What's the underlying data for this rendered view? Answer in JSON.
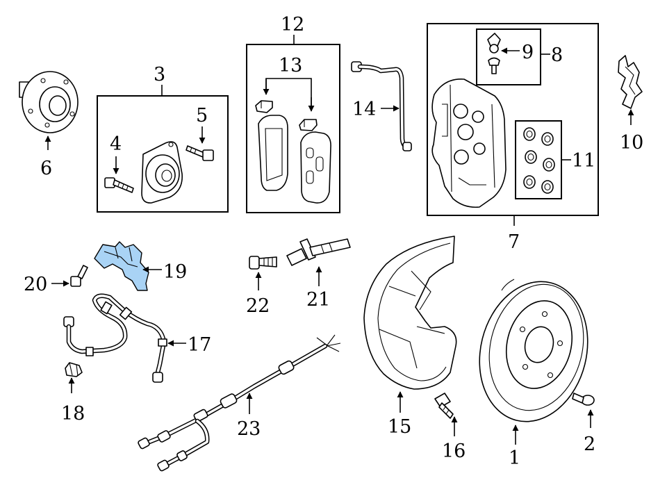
{
  "diagram": {
    "callouts": [
      "1",
      "2",
      "3",
      "4",
      "5",
      "6",
      "7",
      "8",
      "9",
      "10",
      "11",
      "12",
      "13",
      "14",
      "15",
      "16",
      "17",
      "18",
      "19",
      "20",
      "21",
      "22",
      "23"
    ],
    "highlight_color": "#a9d3f5",
    "highlighted_part": "19"
  }
}
